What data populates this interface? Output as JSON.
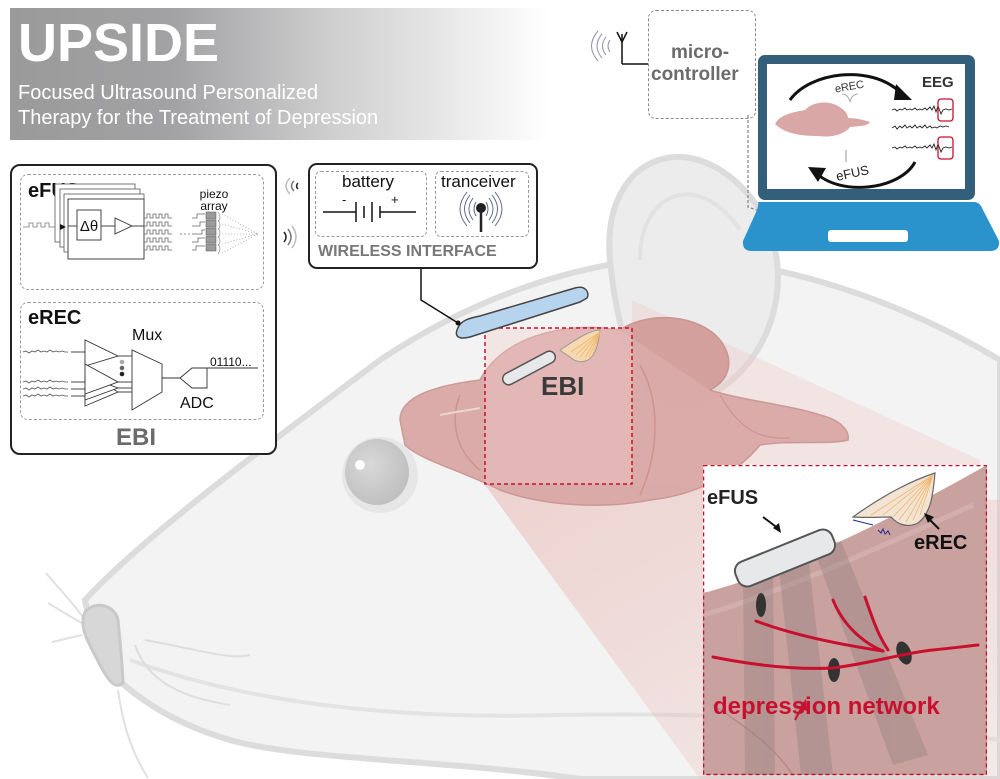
{
  "header": {
    "title": "UPSIDE",
    "subtitle_line1": "Focused Ultrasound Personalized",
    "subtitle_line2": "Therapy for the Treatment of Depression"
  },
  "ebi_panel": {
    "title": "EBI",
    "efus": {
      "title": "eFUS",
      "phase_block": "Δθ",
      "piezo_label_line1": "piezo",
      "piezo_label_line2": "array"
    },
    "erec": {
      "title": "eREC",
      "mux_label": "Mux",
      "adc_label": "ADC",
      "output_bits": "01110..."
    }
  },
  "wireless_interface": {
    "title": "WIRELESS INTERFACE",
    "battery_label": "battery",
    "battery_minus": "-",
    "battery_plus": "+",
    "transceiver_label": "tranceiver"
  },
  "microcontroller": {
    "label_line1": "micro-",
    "label_line2": "controller"
  },
  "laptop": {
    "eeg_label": "EEG",
    "erec_arrow_label": "eREC",
    "efus_arrow_label": "eFUS"
  },
  "rat_view": {
    "ebi_label": "EBI"
  },
  "inset": {
    "efus_label": "eFUS",
    "erec_label": "eREC",
    "network_label": "depression network"
  },
  "colors": {
    "accent_red": "#c8102e",
    "laptop_dark": "#335f7a",
    "laptop_light": "#2b93cc",
    "brain_pink": "#d9a8a6",
    "device_blue": "#b7d4ee"
  }
}
